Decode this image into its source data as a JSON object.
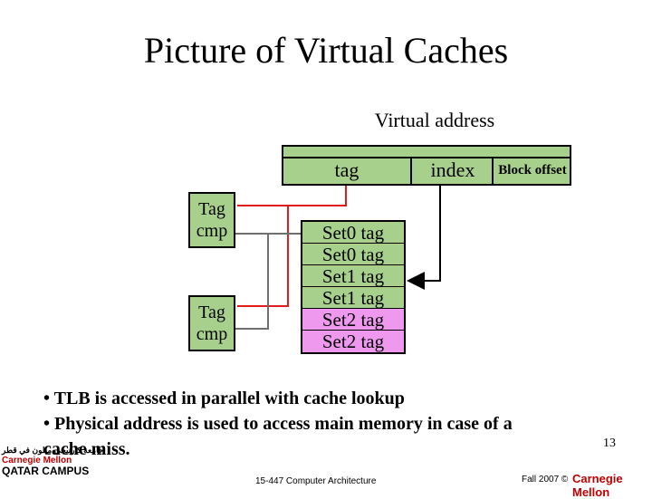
{
  "slide": {
    "title": "Picture of Virtual Caches",
    "page_number": "13"
  },
  "diagram": {
    "virtual_address_label": "Virtual address",
    "address_fields": [
      "tag",
      "index",
      "Block offset"
    ],
    "comparators": [
      {
        "line1": "Tag",
        "line2": "cmp"
      },
      {
        "line1": "Tag",
        "line2": "cmp"
      }
    ],
    "cache_rows": [
      {
        "label": "Set0 tag",
        "color": "#a8d08d"
      },
      {
        "label": "Set0 tag",
        "color": "#a8d08d"
      },
      {
        "label": "Set1 tag",
        "color": "#a8d08d"
      },
      {
        "label": "Set1 tag",
        "color": "#a8d08d"
      },
      {
        "label": "Set2 tag",
        "color": "#ee99ee"
      },
      {
        "label": "Set2 tag",
        "color": "#ee99ee"
      }
    ],
    "colors": {
      "field_fill": "#a8d08d",
      "tag_wire": "#e31b1b",
      "index_wire": "#000000"
    }
  },
  "bullets": [
    "• TLB is accessed in parallel with cache lookup",
    "• Physical address is used to access main memory in case of a",
    "cache miss."
  ],
  "footer": {
    "campus_arabic": "جامعة كارنيجي ميلون في قطر",
    "campus_name": "Carnegie Mellon",
    "campus_sub": "QATAR CAMPUS",
    "course": "15-447 Computer Architecture",
    "term": "Fall 2007 ©",
    "right_logo": "Carnegie Mellon"
  }
}
